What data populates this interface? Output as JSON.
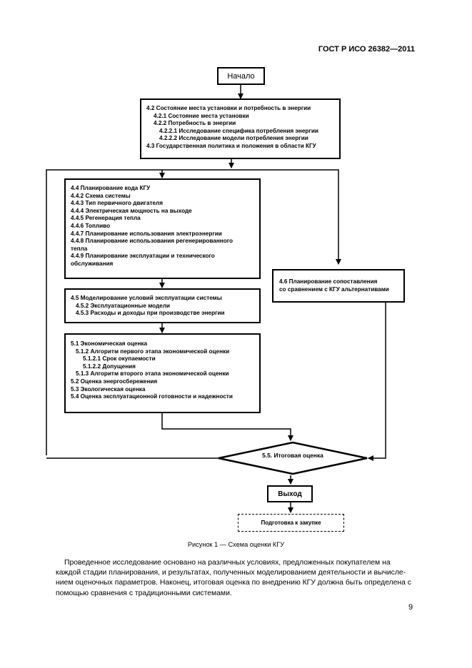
{
  "header": {
    "doc_id": "ГОСТ Р ИСО 26382—2011"
  },
  "flowchart": {
    "start": "Начало",
    "box_top": [
      "4.2 Состояние места установки и потребность в энергии",
      "4.2.1 Состояние места установки",
      "4.2.2 Потребность в энергии",
      "4.2.2.1 Исследование специфика потребления энергии",
      "4.2.2.2 Исследование модели потребления энергии",
      "4.3 Государственная политика и положения в области КГУ"
    ],
    "box_planning": [
      "4.4 Планирование кода КГУ",
      "4.4.2 Схема системы",
      "4.4.3 Тип первичного двигателя",
      "4.4.4 Электрическая мощность на выходе",
      "4.4.5 Регенерация тепла",
      "4.4.6 Топливо",
      "4.4.7 Планирование использования электроэнергии",
      "4.4.8 Планирование использования регенерированного",
      "тепла",
      "4.4.9 Планирование эксплуатации и технического",
      "обслуживания"
    ],
    "box_modeling": [
      "4.5 Моделирование условий эксплуатации системы",
      "4.5.2 Эксплуатационные модели",
      "4.5.3 Расходы и доходы при производстве энергии"
    ],
    "box_evaluation": [
      "5.1 Экономическая оценка",
      "5.1.2 Алгоритм первого этапа экономической оценки",
      "5.1.2.1 Срок окупаемости",
      "5.1.2.2 Допущения",
      "5.1.3 Алгоритм второго этапа экономической оценки",
      "5.2 Оценка энергосбережения",
      "5.3 Экологическая оценка",
      "5.4 Оценка эксплуатационной готовности и надежности"
    ],
    "box_compare": [
      "4.6 Планирование сопоставления",
      "со сравнением с КГУ альтернативами"
    ],
    "decision": "5.5. Итоговая оценка",
    "exit": "Выход",
    "purchase": "Подготовка к закупке"
  },
  "caption": "Рисунок 1 — Схема оценки КГУ",
  "paragraph": [
    "Проведенное исследование основано на различных условиях, предложенных покупателем на",
    "каждой стадии планирования, и результатах, полученных моделированием деятельности и вычисле-",
    "нием оценочных параметров. Наконец, итоговая оценка по внедрению КГУ должна быть определена с",
    "помощью сравнения с традиционными системами."
  ],
  "page_number": "9"
}
